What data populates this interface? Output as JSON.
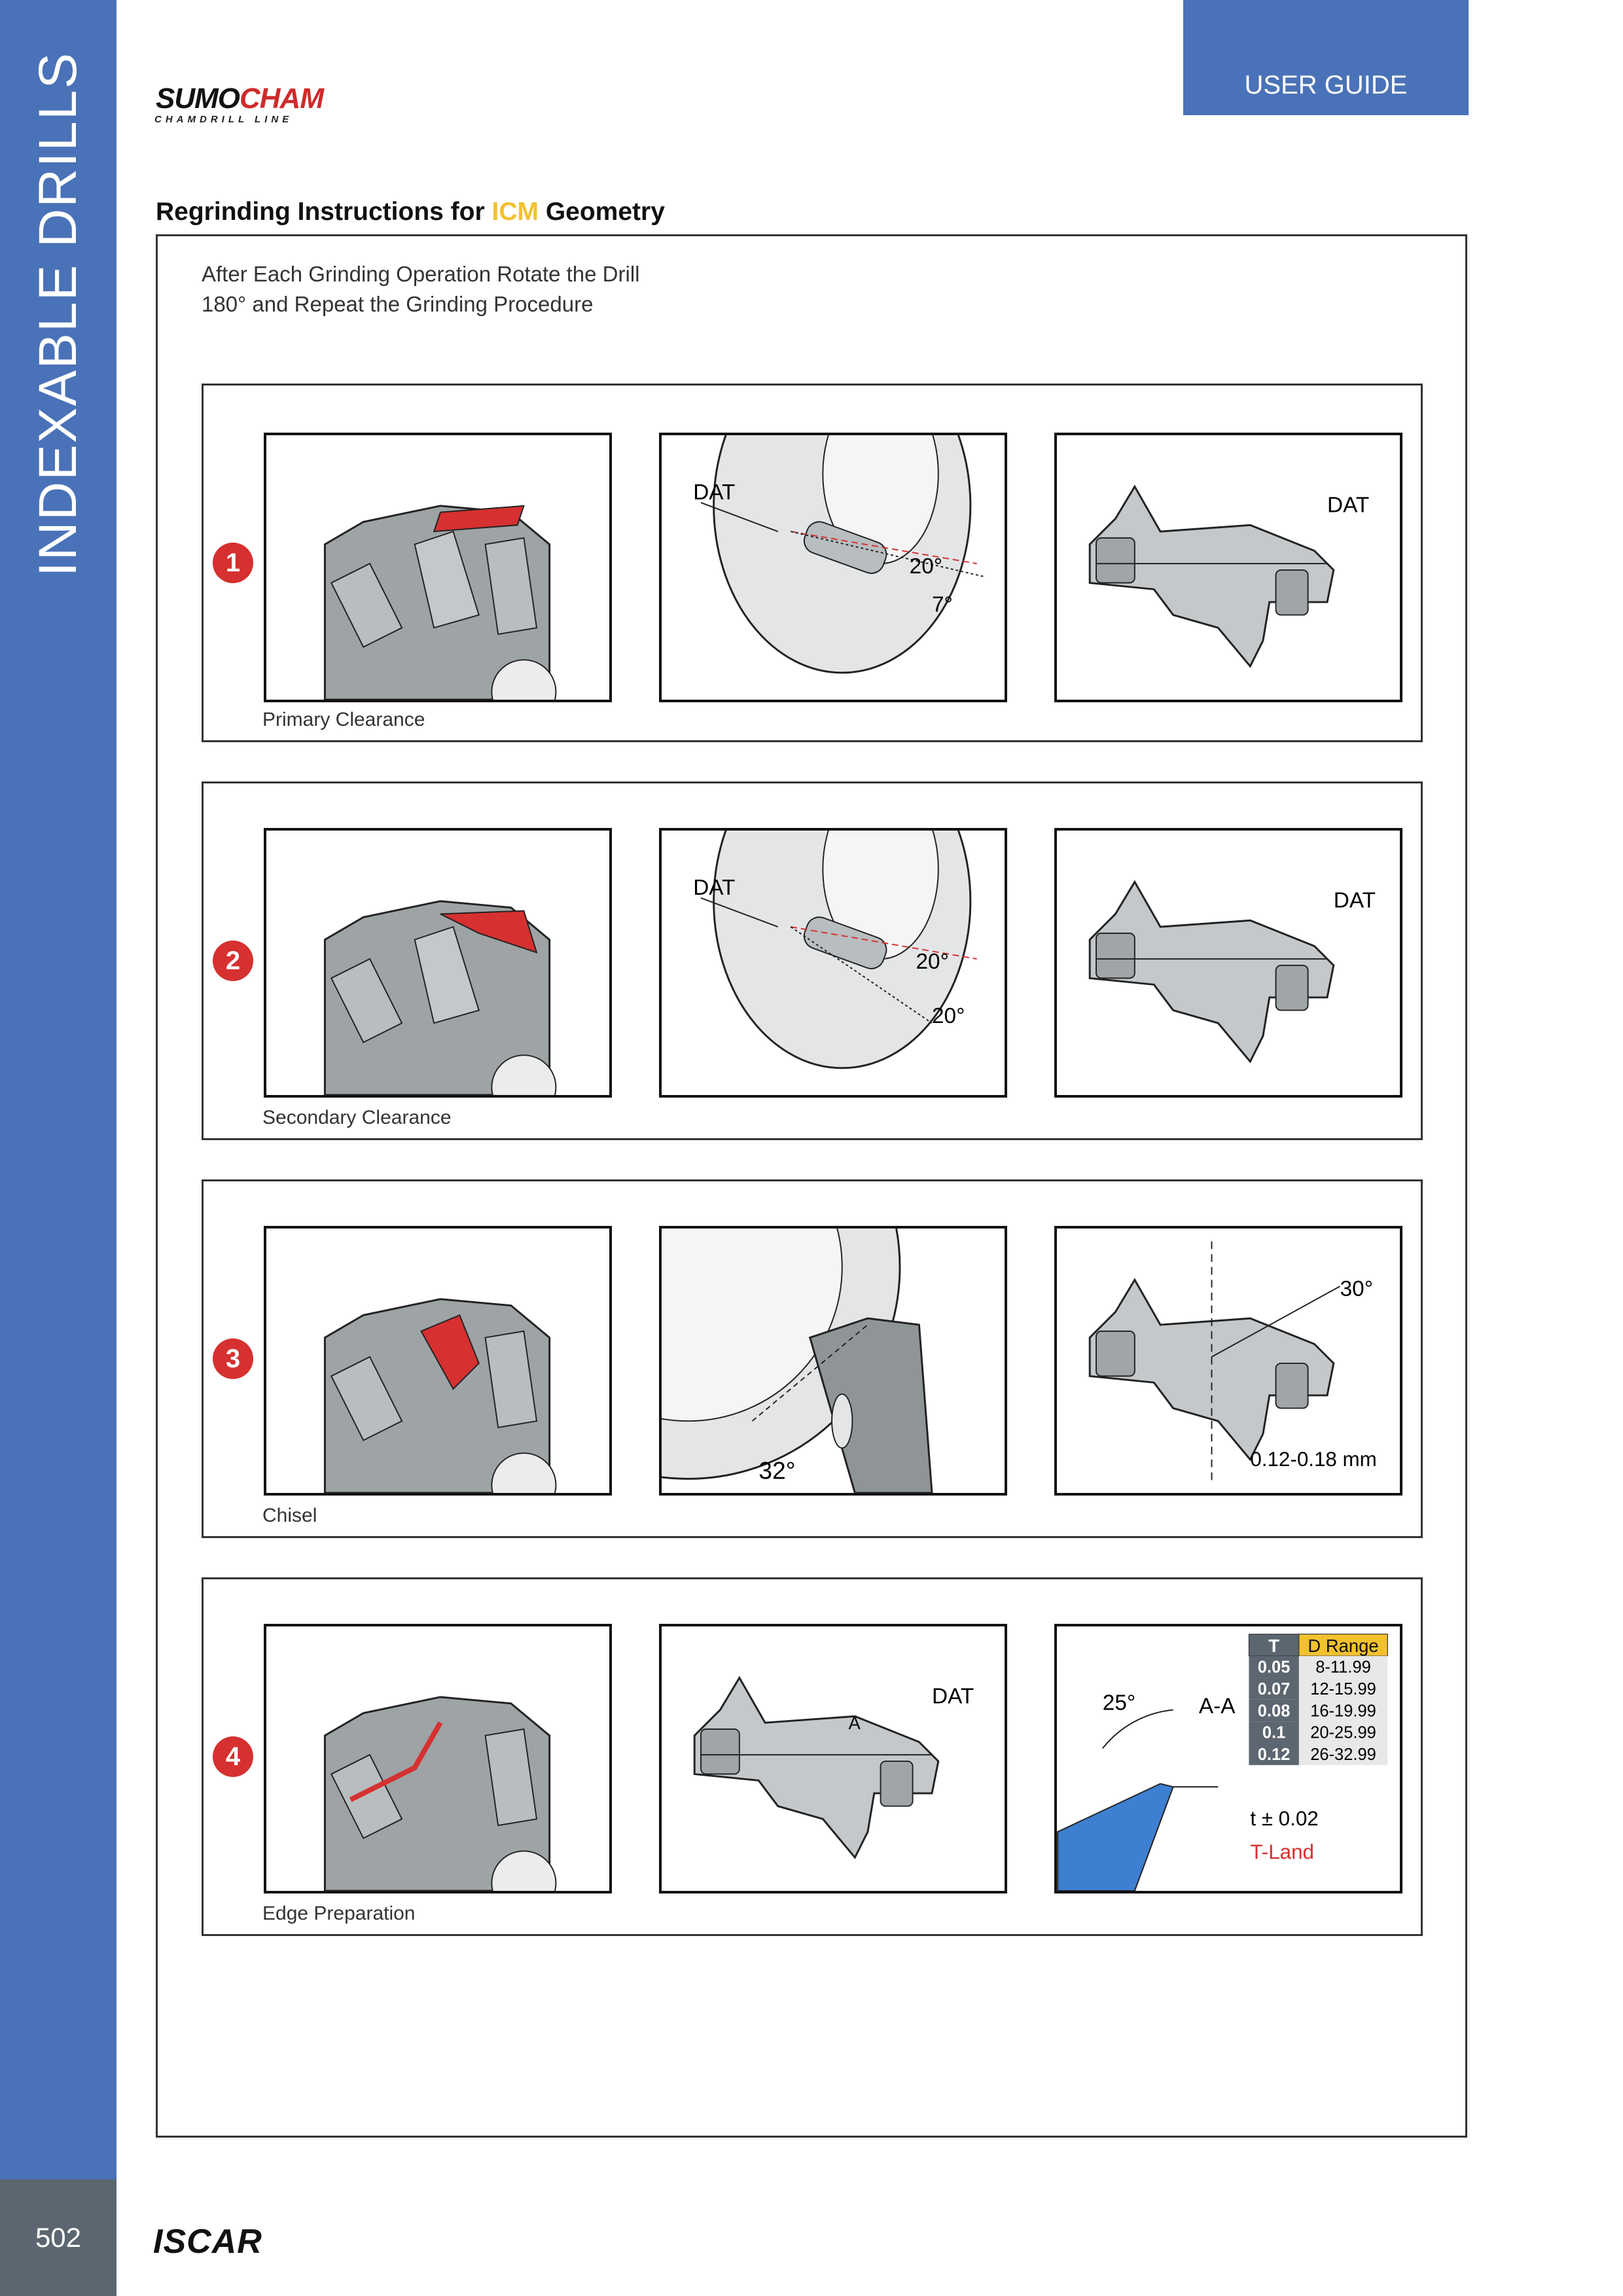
{
  "sidebar": {
    "label": "INDEXABLE DRILLS"
  },
  "header": {
    "guide_label": "USER GUIDE",
    "logo_sumo": "SUMO",
    "logo_cham": "CHAM",
    "logo_sub": "CHAMDRILL LINE"
  },
  "title": {
    "prefix": "Regrinding Instructions for ",
    "highlight": "ICM",
    "suffix": " Geometry"
  },
  "intro": {
    "line1": "After Each Grinding Operation Rotate the Drill",
    "line2": "180° and Repeat the Grinding Procedure"
  },
  "steps": [
    {
      "number": "1",
      "label": "Primary Clearance",
      "dat": "DAT",
      "angle_a": "20°",
      "angle_b": "7°"
    },
    {
      "number": "2",
      "label": "Secondary Clearance",
      "dat": "DAT",
      "angle_a": "20°",
      "angle_b": "20°"
    },
    {
      "number": "3",
      "label": "Chisel",
      "angle_a": "32°",
      "angle_b": "30°",
      "range": "0.12-0.18 mm"
    },
    {
      "number": "4",
      "label": "Edge Preparation",
      "dat": "DAT",
      "section": "A",
      "section_view": "A-A",
      "angle": "25°",
      "tolerance": "t ± 0.02",
      "tland": "T-Land"
    }
  ],
  "tland_table": {
    "headers": [
      "T",
      "D Range"
    ],
    "rows": [
      [
        "0.05",
        "8-11.99"
      ],
      [
        "0.07",
        "12-15.99"
      ],
      [
        "0.08",
        "16-19.99"
      ],
      [
        "0.1",
        "20-25.99"
      ],
      [
        "0.12",
        "26-32.99"
      ]
    ]
  },
  "colors": {
    "accent": "#4a72b8",
    "highlight": "#f2c12e",
    "marker": "#d63030",
    "footer": "#5c6670"
  },
  "footer": {
    "page_number": "502",
    "brand": "ISCAR"
  }
}
